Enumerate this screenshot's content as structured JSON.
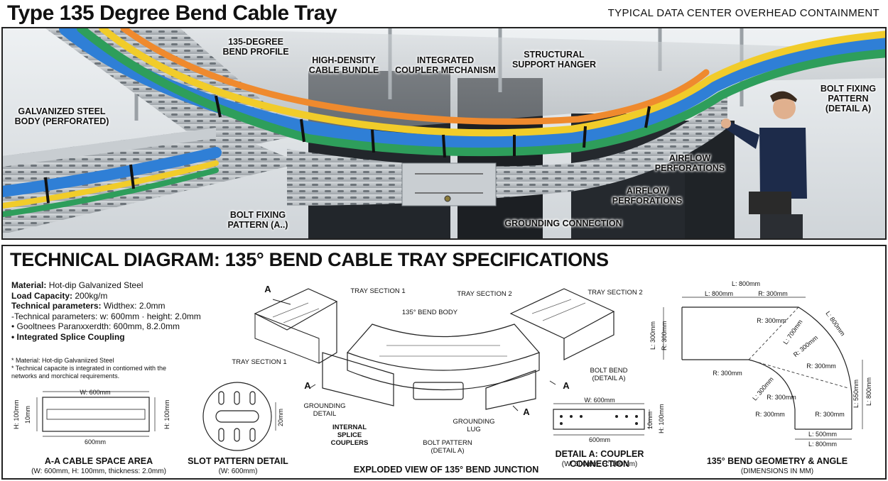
{
  "header": {
    "title": "Type 135 Degree Bend Cable Tray",
    "subtitle": "TYPICAL DATA CENTER OVERHEAD CONTAINMENT"
  },
  "photo": {
    "callouts": {
      "bend_profile": "135-DEGREE\nBEND PROFILE",
      "high_density": "HIGH-DENSITY\nCABLE BUNDLE",
      "coupler": "INTEGRATED\nCOUPLER MECHANISM",
      "hanger": "STRUCTURAL\nSUPPORT HANGER",
      "bolt_pattern_right": "BOLT FIXING\nPATTERN\n(DETAIL A)",
      "galvanized": "GALVANIZED STEEL\nBODY (PERFORATED)",
      "airflow_1": "AIRFLOW\nPERFORATIONS",
      "airflow_2": "AIRFLOW\nPERFORATIONS",
      "bolt_pattern_left": "BOLT FIXING\nPATTERN (A..)",
      "grounding": "GROUNDING CONNECTION"
    },
    "colors": {
      "blue": "#2f7fd6",
      "green": "#2e9e5b",
      "yellow": "#f1cc2a",
      "orange": "#ef8a2e",
      "steel": "#b9bfc4"
    }
  },
  "diagram": {
    "title": "TECHNICAL DIAGRAM: 135° BEND CABLE TRAY SPECIFICATIONS",
    "specs": [
      {
        "label": "Material:",
        "value": " Hot-dip Galvanized Steel"
      },
      {
        "label": "Load Capacity:",
        "value": " 200kg/m"
      },
      {
        "label": "Technical parameters:",
        "value": " Widthex: 2.0mm"
      },
      {
        "label": "",
        "value": "-Technical parameters: w: 600mm · height: 2.0mm"
      },
      {
        "label": "",
        "value": "• Gooltnees Paranxxerdth: 600mm, 8.2.0mm"
      },
      {
        "label": "• Integrated Splice Coupling",
        "value": ""
      }
    ],
    "notes": [
      "* Material: Hot-dip Galvaniized Steel",
      "* Technical capacite is integrated in contiomed with the networks and morchical requirements."
    ],
    "cross_section": {
      "caption": "A-A CABLE SPACE AREA",
      "sub": "(W: 600mm, H: 100mm, thickness: 2.0mm)",
      "w_top": "W: 600mm",
      "w_bottom": "600mm",
      "h_left": "H: 100mm",
      "h_inner": "10mm",
      "h_right": "H: 100mm"
    },
    "slot": {
      "caption": "SLOT PATTERN DETAIL",
      "sub": "(W: 600mm)",
      "dim": "20mm"
    },
    "exploded": {
      "caption": "EXPLODED VIEW OF 135° BEND JUNCTION",
      "labels": {
        "tray1_top": "TRAY SECTION 1",
        "tray2_left": "TRAY SECTION 2",
        "tray2_right": "TRAY SECTION 2",
        "bend_body": "135° BEND BODY",
        "tray1_left": "TRAY SECTION 1",
        "bolt_bend": "BOLT BEND\n(DETAIL A)",
        "grounding_detail": "GROUNDING\nDETAIL",
        "internal": "INTERNAL\nSPLICE\nCOUPLERS",
        "bolt_pattern": "BOLT PATTERN\n(DETAIL A)",
        "grounding_lug": "GROUNDING\nLUG",
        "a": "A"
      }
    },
    "detail_a": {
      "caption": "DETAIL A: COUPLER CONNECTION",
      "sub": "(W: 600mm, H: 100mm)",
      "w_top": "W: 600mm",
      "w_bottom": "600mm",
      "h_inner": "10mm",
      "h_right": "H: 100mm"
    },
    "geometry": {
      "caption": "135° BEND GEOMETRY & ANGLE",
      "sub": "(DIMENSIONS IN MM)",
      "l800_top": "L: 800mm",
      "l800_a": "L: 800mm",
      "r300_top": "R: 300mm",
      "l300": "L: 300mm",
      "r300_left": "R: 300mm",
      "l800_diag": "L: 800mm",
      "l700": "L: 700mm",
      "r300_1": "R: 300mm",
      "r300_2": "R: 300mm",
      "r300_3": "R: 300mm",
      "l300_diag": "L: 300mm",
      "r300_4": "R: 300mm",
      "r300_5": "R: 300mm",
      "r300_6": "R: 300mm",
      "r300_7": "R: 300mm",
      "l550": "L: 550mm",
      "l800_right": "L: 800mm",
      "l500": "L: 500mm",
      "l800_bottom": "L: 800mm"
    }
  }
}
